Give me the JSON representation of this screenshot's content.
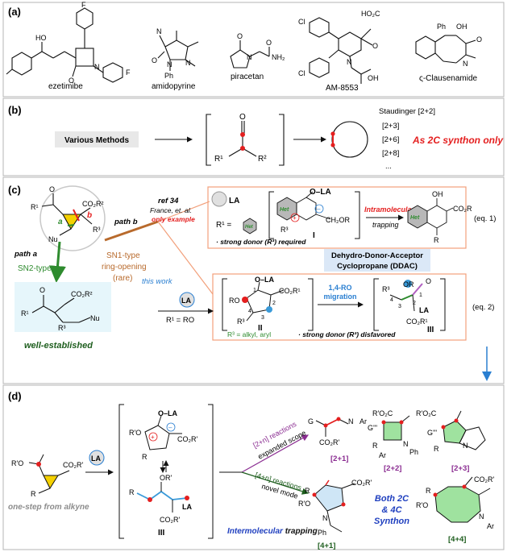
{
  "colors": {
    "panel_border": "#b5b5b5",
    "orange": "#f2a07b",
    "red": "#e41f1f",
    "green": "#2e8b2e",
    "dark_green": "#1e5e1e",
    "purple": "#8a2c91",
    "blue": "#2a7fd1",
    "dark_blue": "#1f3fbf",
    "gray_text": "#8c8c8c",
    "het_fill": "#b8b8b8",
    "ddac_fill": "#dbe8f7",
    "ring_green": "#3fbf3f",
    "ring_blue": "#3a9ad9",
    "cyclo_yellow": "#f5d100",
    "well_fill": "#e6f6fb"
  },
  "panel_a": {
    "label": "(a)",
    "molecules": [
      "ezetimibe",
      "amidopyrine",
      "piracetan",
      "AM-8553",
      "ς-Clausenamide"
    ],
    "atoms": {
      "F": "F",
      "HO": "HO",
      "N": "N",
      "O": "O",
      "Ph": "Ph",
      "NH2": "NH₂",
      "Cl": "Cl",
      "HO2C": "HO₂C",
      "OH": "OH"
    }
  },
  "panel_b": {
    "label": "(b)",
    "methods": "Various Methods",
    "R1": "R¹",
    "R2": "R²",
    "O": "O",
    "cycloadditions": [
      "Staudinger [2+2]",
      "[2+3]",
      "[2+6]",
      "[2+8]",
      "..."
    ],
    "synthon_note": "As 2C synthon only"
  },
  "panel_c": {
    "label": "(c)",
    "R1": "R¹",
    "CO2R2": "CO₂R²",
    "R3": "R³",
    "Nu": "Nu",
    "O": "O",
    "bond_a": "a",
    "bond_b": "b",
    "path_a": "path a",
    "sn2_type": "SN2-type",
    "well_established": "well-established",
    "path_b": "path b",
    "sn1_type": [
      "SN1-type",
      "ring-opening",
      "(rare)"
    ],
    "ref": "ref 34",
    "france": [
      "France, et. al.",
      "only example"
    ],
    "LA": "LA",
    "Het": "Het",
    "OLA": "O–LA",
    "CH2OR": "CH₂OR",
    "R3_sup": "R³",
    "R1_eq": "R¹ =",
    "intermediate_I": "I",
    "strong_donor_required": "· strong donor (R³) required",
    "intramolecular": "Intramolecular",
    "trapping": "trapping",
    "OH": "OH",
    "CO2R": "CO₂R",
    "R": "R",
    "eq1": "(eq. 1)",
    "ddac": [
      "Dehydro-Donor-Acceptor",
      "Cyclopropane (DDAC)"
    ],
    "this_work": "this work",
    "R1_RO": "R¹ = RO",
    "RO": "RO",
    "CO2R1": "CO₂R¹",
    "intermediate_II": "II",
    "r3_alkyl": "R³ = alkyl, aryl",
    "donor_disfavored": "· strong donor (R³) disfavored",
    "migration": [
      "1,4-RO",
      "migration"
    ],
    "OR": "OR",
    "intermediate_III": "III",
    "eq2": "(eq. 2)",
    "numbers": [
      "1",
      "2",
      "3",
      "4"
    ]
  },
  "panel_d": {
    "label": "(d)",
    "RO": "R'O",
    "CO2R": "CO₂R'",
    "R": "R",
    "one_step": "one-step from alkyne",
    "LA": "LA",
    "OLA": "O–LA",
    "OR": "OR'",
    "intermediate_III": "III",
    "reaction_21": [
      "[2+n] reactions",
      "expanded scope"
    ],
    "reaction_41": [
      "[4+n] reactions",
      "novel mode"
    ],
    "intermolecular": [
      "Intermolecular",
      " trapping"
    ],
    "products": {
      "p21": {
        "label": "[2+1]",
        "G": "G",
        "N": "N",
        "Ar": "Ar",
        "CO2R": "CO₂R'"
      },
      "p22": {
        "label": "[2+2]",
        "R'O2C": "R'O₂C",
        "G": "G'''",
        "N": "N",
        "Ph": "Ph",
        "R": "R",
        "Ar": "Ar"
      },
      "p23": {
        "label": "[2+3]",
        "R'O2C": "R'O₂C",
        "G": "G'''",
        "N": "N",
        "R": "R"
      },
      "p41": {
        "label": "[4+1]",
        "R": "R",
        "R'O": "R'O",
        "N": "N",
        "CO2R": "CO₂R'",
        "Ph": "Ph"
      },
      "p44": {
        "label": "[4+4]",
        "R": "R",
        "R'O": "R'O",
        "N": "N",
        "Ar": "Ar",
        "CO2R": "CO₂R'"
      }
    },
    "synthon": [
      "Both 2C",
      "& 4C",
      "Synthon"
    ]
  }
}
